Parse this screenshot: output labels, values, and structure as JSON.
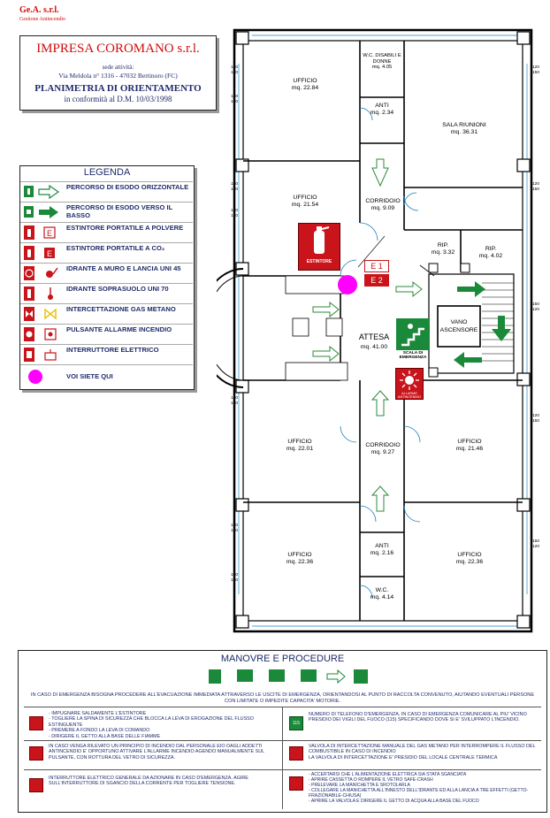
{
  "header": {
    "company_short": "Ge.A. s.r.l.",
    "company_sub": "Gestione Antincendio",
    "title": "IMPRESA COROMANO s.r.l.",
    "sede_label": "sede attività:",
    "address": "Via Meldola n° 1316 - 47032 Bertinoro (FC)",
    "plan_title": "PLANIMETRIA DI ORIENTAMENTO",
    "plan_sub": "in conformità al D.M. 10/03/1998"
  },
  "legend": {
    "title": "LEGENDA",
    "items": [
      {
        "label": "PERCORSO DI ESODO ORIZZONTALE"
      },
      {
        "label": "PERCORSO DI ESODO VERSO IL BASSO"
      },
      {
        "label": "ESTINTORE PORTATILE A POLVERE",
        "code": "E"
      },
      {
        "label": "ESTINTORE PORTATILE A CO₂",
        "code": "E"
      },
      {
        "label": "IDRANTE A MURO E LANCIA UNI 45"
      },
      {
        "label": "IDRANTE SOPRASUOLO UNI 70"
      },
      {
        "label": "INTERCETTAZIONE GAS METANO"
      },
      {
        "label": "PULSANTE ALLARME INCENDIO"
      },
      {
        "label": "INTERRUTTORE ELETTRICO"
      },
      {
        "label": "VOI SIETE QUI"
      }
    ],
    "you_are_here_color": "#ff00ff"
  },
  "plan": {
    "rooms": [
      {
        "name": "UFFICIO",
        "area": "mq. 22.84"
      },
      {
        "name": "W.C. DISABILI E DONNE",
        "area": "mq. 4.05"
      },
      {
        "name": "ANTI",
        "area": "mq. 2.34"
      },
      {
        "name": "SALA RIUNIONI",
        "area": "mq. 36.31"
      },
      {
        "name": "UFFICIO",
        "area": "mq. 21.54"
      },
      {
        "name": "CORRIDOIO",
        "area": "mq. 9.09"
      },
      {
        "name": "RIP.",
        "area": "mq. 3.32"
      },
      {
        "name": "RIP.",
        "area": "mq. 4.02"
      },
      {
        "name": "VANO ASCENSORE",
        "area": ""
      },
      {
        "name": "ATTESA",
        "area": "mq. 41.00"
      },
      {
        "name": "UFFICIO",
        "area": "mq. 22.01"
      },
      {
        "name": "CORRIDOIO",
        "area": "mq. 9.27"
      },
      {
        "name": "UFFICIO",
        "area": "mq. 21.46"
      },
      {
        "name": "UFFICIO",
        "area": "mq. 22.36"
      },
      {
        "name": "ANTI",
        "area": "mq. 2.16"
      },
      {
        "name": "UFFICIO",
        "area": "mq. 22.36"
      },
      {
        "name": "W.C.",
        "area": "mq. 4.14"
      }
    ],
    "estintore_label": "ESTINTORE",
    "ext_codes": [
      "E 1",
      "E 2"
    ],
    "scala_label": "SCALA DI EMERGENZA",
    "allarme_label": "ALLARME ANTINCENDIO",
    "dims": [
      "120",
      "150"
    ]
  },
  "procedures": {
    "title": "MANOVRE E PROCEDURE",
    "intro": "IN CASO DI EMERGENZA BISOGNA PROCEDERE ALL'EVACUAZIONE IMMEDIATA ATTRAVERSO LE USCITE DI EMERGENZA, ORIENTANDOSI AL PUNTO DI RACCOLTA CONVENUTO, AIUTANDO EVENTUALI PERSONE CON LIMITATE O IMPEDITE CAPACITA' MOTORIE.",
    "left": [
      "- IMPUGNARE SALDAMENTE L'ESTINTORE\n- TOGLIERE LA SPINA DI SICUREZZA CHE BLOCCA LA LEVA DI EROGAZIONE DEL FLUSSO ESTINGUENTE\n- PREMERE A FONDO LA LEVA DI COMANDO\n- DIRIGERE IL GETTO ALLA BASE DELLE FIAMME",
      "IN CASO VENGA RILEVATO UN PRINCIPIO DI INCENDIO DAL PERSONALE EIO DAGLI ADDETTI ANTINCENDIO E' OPPORTUNO ATTIVARE L'ALLARME INCENDIO AGENDO MANUALMENTE SUL PULSANTE, CON ROTTURA DEL VETRO DI SICUREZZA.",
      "INTERRUTTORE ELETTRICO GENERALE DA AZIONARE IN CASO D'EMERGENZA. AGIRE SULL'INTERRUTTORE DI SGANCIO DELLA CORRENTE PER TOGLIERE TENSIONE."
    ],
    "right": [
      "NUMERO DI TELEFONO D'EMERGENZA, IN CASO DI EMERGENZA COMUNICARE AL PIU' VICINO PRESIDIO DEI VIGILI DEL FUOCO (115) SPECIFICANDO DOVE SI E' SVILUPPATO L'INCENDIO.",
      "VALVOLA DI INTERCETTAZIONE MANUALE DEL GAS METANO PER INTERROMPERE IL FLUSSO DEL COMBUSTIBILE IN CASO DI INCENDIO\nLA VALVOLA DI INTERCETTAZIONE E' PRESIDIO DEL LOCALE CENTRALE TERMICA",
      "- ACCERTARSI CHE L'ALIMENTAZIONE ELETTRICA SIA STATA SGANCIATA\n- APRIRE CASSETTA O ROMPERE IL VETRO SAFE-CRASH\n- PRELEVARE LA MANICHETTA E SROTOLARLA\n- COLLEGARE LA MANICHETTA ALL'INNESTO DELL'IDRANTE ED ALLA LANCIA A TRE EFFETTI (GETTO-FRAZIONABILE-CHIUSA)\n- APRIRE LA VALVOLA E DIRIGERE IL GETTO DI ACQUA ALLA BASE DEL FUOCO"
    ],
    "icon_label_115": "115"
  }
}
